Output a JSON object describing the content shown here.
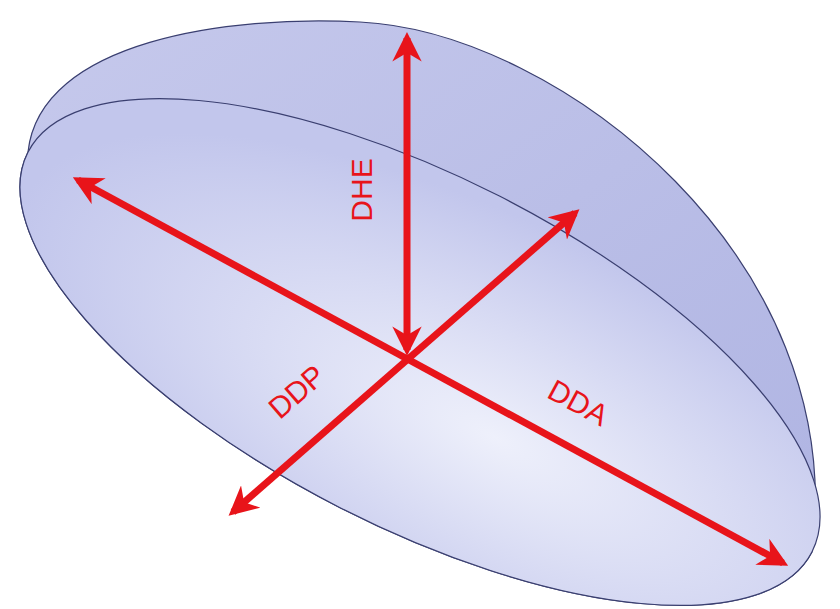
{
  "diagram": {
    "labels": [
      "DHE",
      "DDP",
      "DDA"
    ]
  }
}
